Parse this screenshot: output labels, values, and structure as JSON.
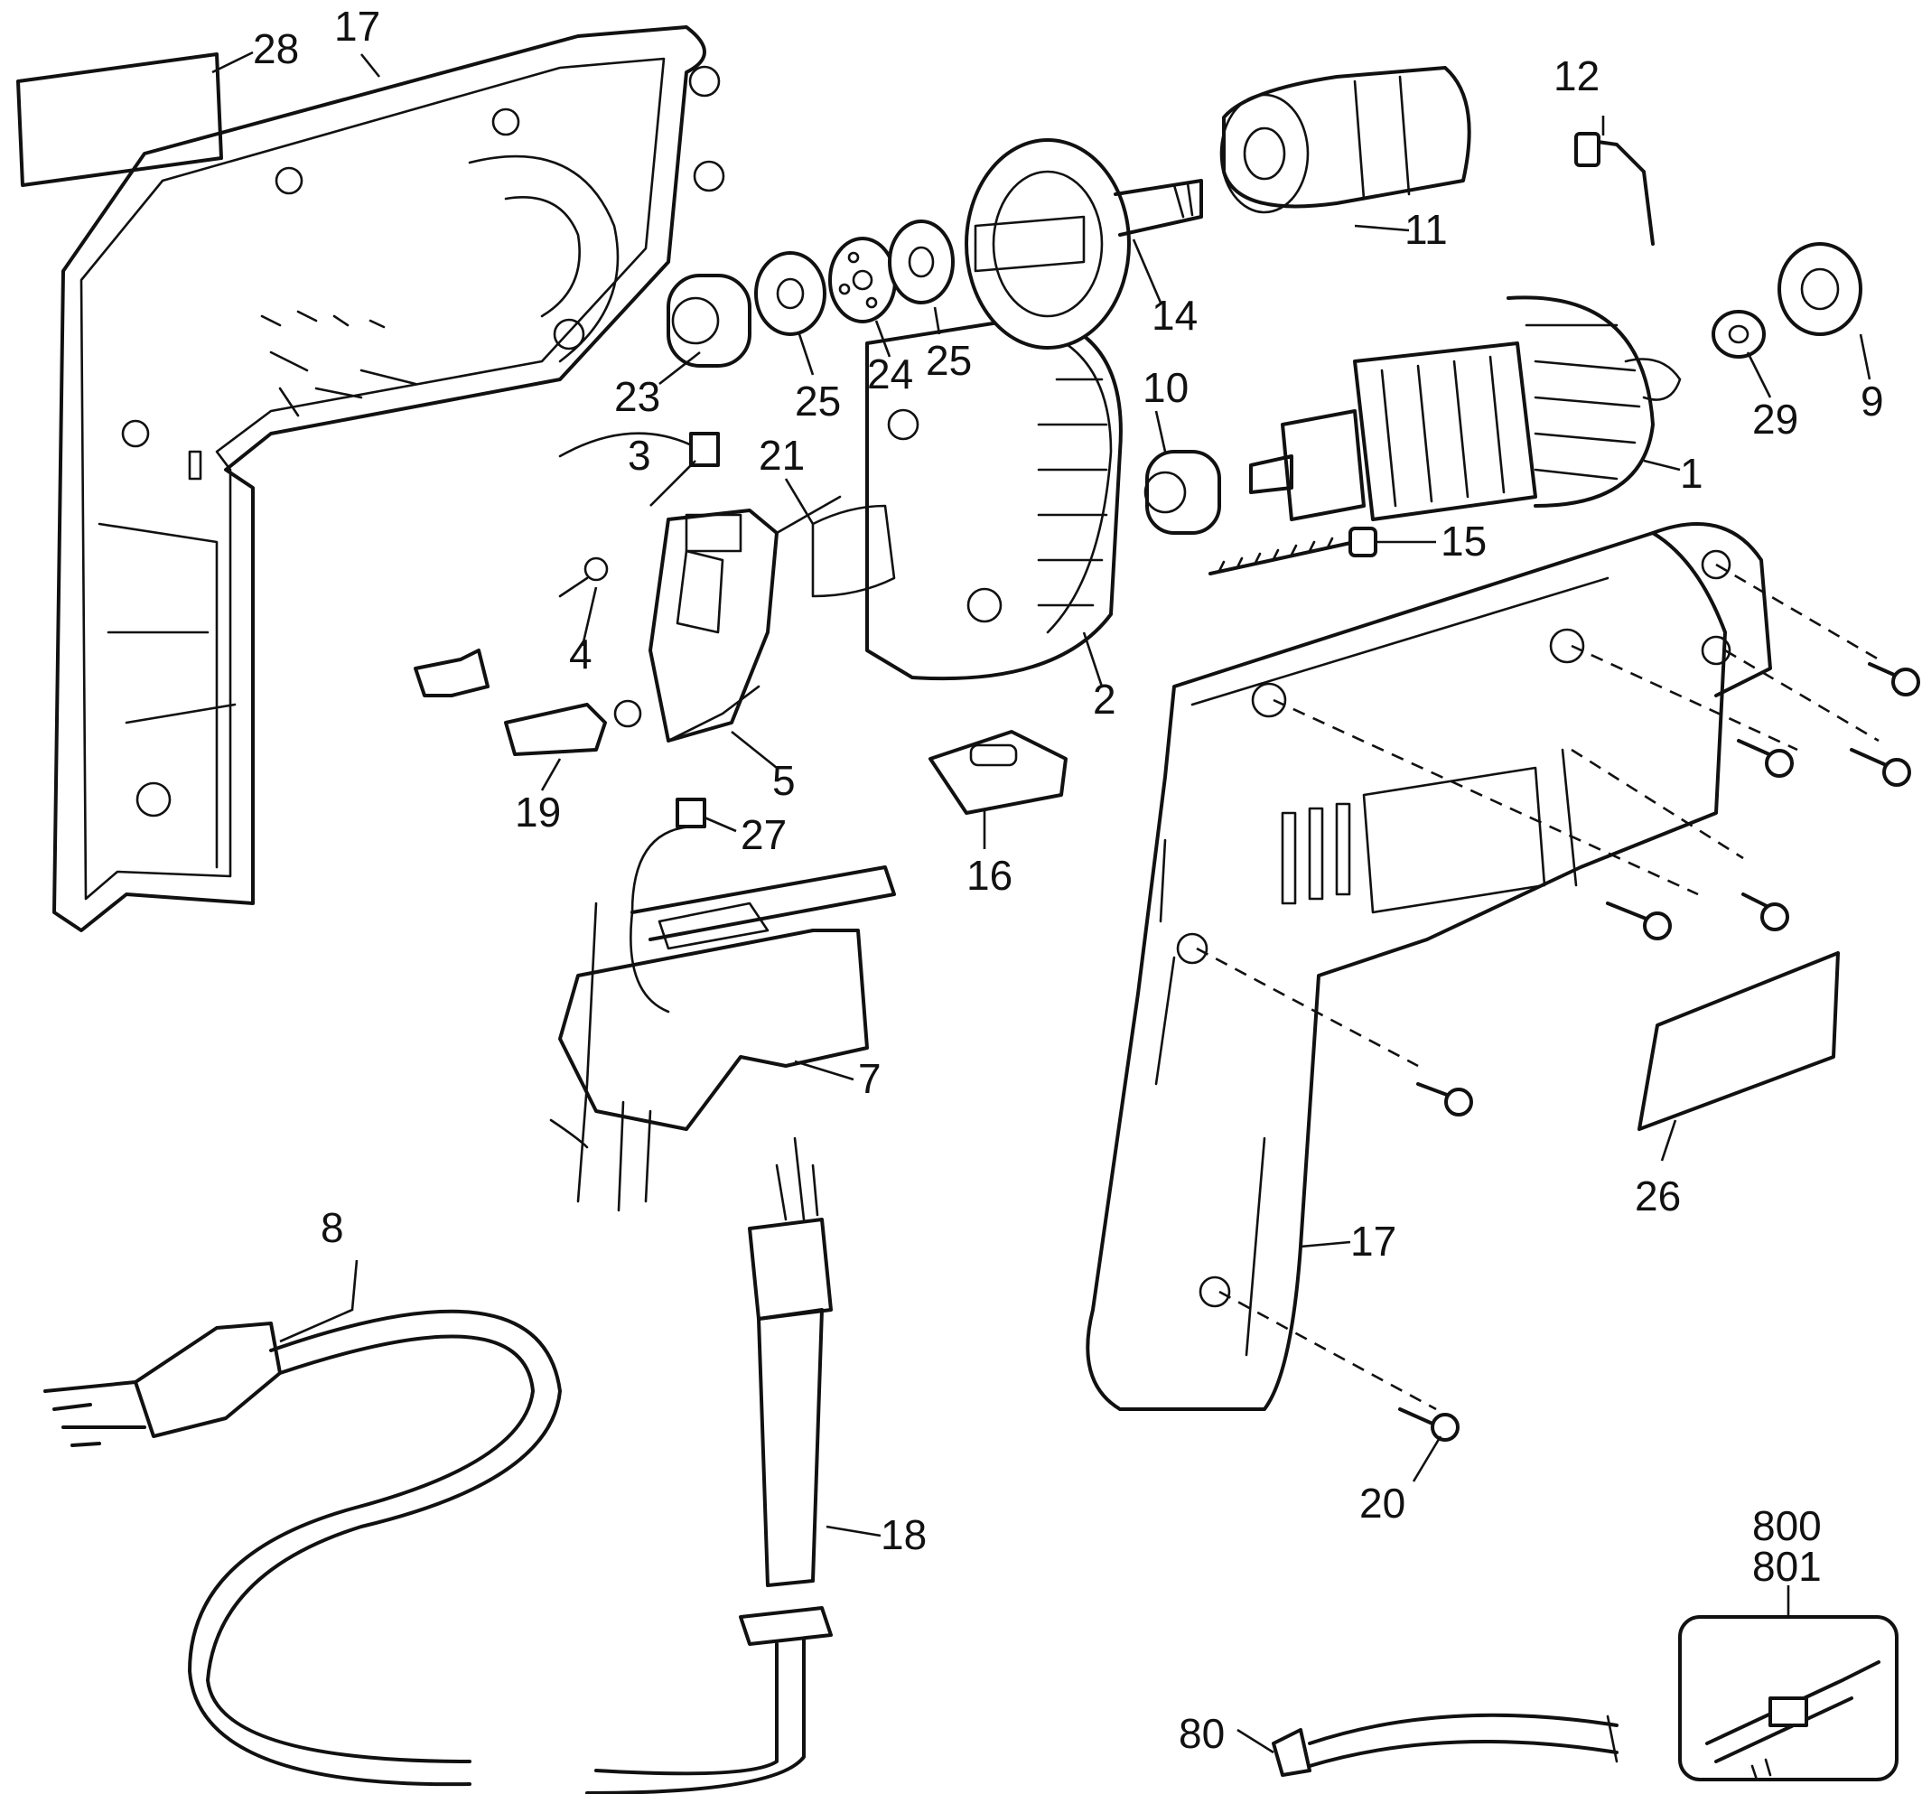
{
  "diagram": {
    "callouts": {
      "p1": "1",
      "p2": "2",
      "p3": "3",
      "p4": "4",
      "p5": "5",
      "p7": "7",
      "p8": "8",
      "p9": "9",
      "p10": "10",
      "p11": "11",
      "p12": "12",
      "p14": "14",
      "p15": "15",
      "p16": "16",
      "p17a": "17",
      "p17b": "17",
      "p18": "18",
      "p19": "19",
      "p20": "20",
      "p21": "21",
      "p23": "23",
      "p24": "24",
      "p25a": "25",
      "p25b": "25",
      "p26": "26",
      "p27": "27",
      "p28": "28",
      "p29": "29",
      "p80": "80",
      "p800": "800",
      "p801": "801"
    }
  }
}
